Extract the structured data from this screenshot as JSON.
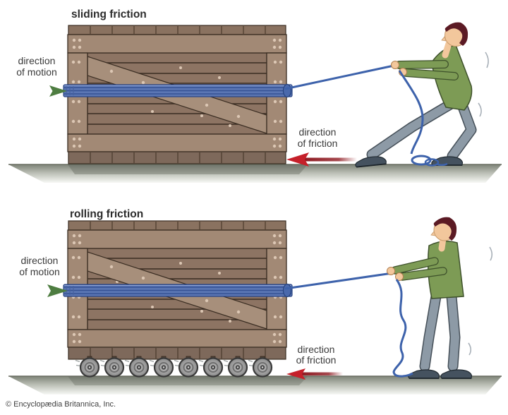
{
  "panels": [
    {
      "id": "sliding-friction",
      "title": "sliding friction",
      "motion_label_line1": "direction",
      "motion_label_line2": "of motion",
      "friction_label_line1": "direction",
      "friction_label_line2": "of friction"
    },
    {
      "id": "rolling-friction",
      "title": "rolling friction",
      "motion_label_line1": "direction",
      "motion_label_line2": "of motion",
      "friction_label_line1": "direction",
      "friction_label_line2": "of friction",
      "wheel_count": 8
    }
  ],
  "footer": {
    "copyright": "© Encyclopædia Britannica, Inc."
  },
  "colors": {
    "motion_arrow_green": "#4e7d41",
    "friction_arrow_red": "#c5202a",
    "rope_band_blue": "#5b76b4",
    "rope_blue": "#3d62ab",
    "crate_frame_brown": "#a28975",
    "crate_plank_brown": "#8d7463",
    "crate_brace_brown": "#a78f7b",
    "ground_gray": "#7d8277",
    "sweater_green": "#7d9b55",
    "pants_gray": "#8d9aa6",
    "shoe_slate": "#45525f",
    "hair_maroon": "#5b1a24",
    "skin": "#f2c79c",
    "wheel_gray": "#9d9d9d"
  }
}
